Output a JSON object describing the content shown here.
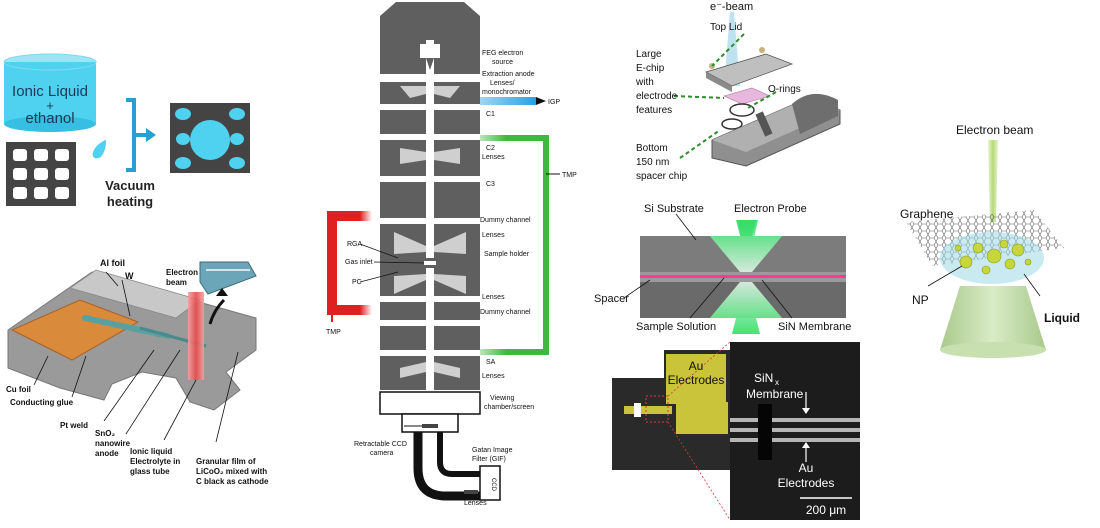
{
  "panel_a": {
    "beaker_line1": "Ionic Liquid",
    "beaker_line2": "+",
    "beaker_line3": "ethanol",
    "vacuum_line1": "Vacuum",
    "vacuum_line2": "heating"
  },
  "panel_b": {
    "al_foil": "Al foil",
    "w": "W",
    "electron_beam_line1": "Electron",
    "electron_beam_line2": "beam",
    "cu_foil": "Cu foil",
    "conducting_glue": "Conducting glue",
    "pt_weld": "Pt weld",
    "sno2_line1": "SnO₂",
    "sno2_line2": "nanowire",
    "sno2_line3": "anode",
    "ionic_line1": "Ionic liquid",
    "ionic_line2": "Electrolyte in",
    "ionic_line3": "glass tube",
    "granular_line1": "Granular film of",
    "granular_line2": "LiCoO₂ mixed with",
    "granular_line3": "C black as cathode"
  },
  "panel_c": {
    "feg_line1": "FEG electron",
    "feg_line2": "source",
    "extraction_anode": "Extraction anode",
    "lenses_mono_line1": "Lenses/",
    "lenses_mono_line2": "monochromator",
    "igp": "IGP",
    "c1": "C1",
    "c2": "C2",
    "lenses_1": "Lenses",
    "c3": "C3",
    "tmp_right": "TMP",
    "dummy_channel_1": "Dummy channel",
    "lenses_2": "Lenses",
    "rga": "RGA",
    "gas_inlet": "Gas inlet",
    "sample_holder": "Sample holder",
    "pc": "PC",
    "lenses_3": "Lenses",
    "dummy_channel_2": "Dummy channel",
    "tmp_left": "TMP",
    "sa": "SA",
    "lenses_4": "Lenses",
    "viewing_line1": "Viewing",
    "viewing_line2": "chamber/screen",
    "ccd_line1": "Retractable CCD",
    "ccd_line2": "camera",
    "gatan_line1": "Gatan Image",
    "gatan_line2": "Filter (GIF)",
    "ccd_box": "CCD",
    "lenses_5": "Lenses"
  },
  "panel_d": {
    "ebeam": "e⁻-beam",
    "top_lid": "Top Lid",
    "large_echip_line1": "Large",
    "large_echip_line2": "E-chip",
    "large_echip_line3": "with",
    "large_echip_line4": "electrode",
    "large_echip_line5": "features",
    "orings": "O-rings",
    "bottom_line1": "Bottom",
    "bottom_line2": "150 nm",
    "bottom_line3": "spacer chip"
  },
  "panel_e": {
    "si_substrate": "Si Substrate",
    "electron_probe": "Electron Probe",
    "spacer": "Spacer",
    "sample_solution": "Sample Solution",
    "sin_membrane": "SiN Membrane"
  },
  "panel_f": {
    "au_electrodes_line1": "Au",
    "au_electrodes_line2": "Electrodes",
    "sinx_line1": "SiN",
    "sinx_sub": "x",
    "sinx_line2": "Membrane",
    "au_line1": "Au",
    "au_line2": "Electrodes",
    "scale_bar": "200 μm"
  },
  "panel_g": {
    "electron_beam": "Electron beam",
    "graphene": "Graphene",
    "np": "NP",
    "liquid": "Liquid"
  },
  "colors": {
    "beaker_blue": "#4fd2f0",
    "arrow_blue": "#2a9fd6",
    "column_gray": "#5f5f5f",
    "red_pipe": "#e02020",
    "green_pipe": "#3fb83f",
    "copper": "#d98a3a",
    "pink_laser": "#ff3b8d",
    "probe_green": "#33dd66",
    "gold_electrode": "#c9c43a",
    "cone_green": "#c8dfb0"
  }
}
